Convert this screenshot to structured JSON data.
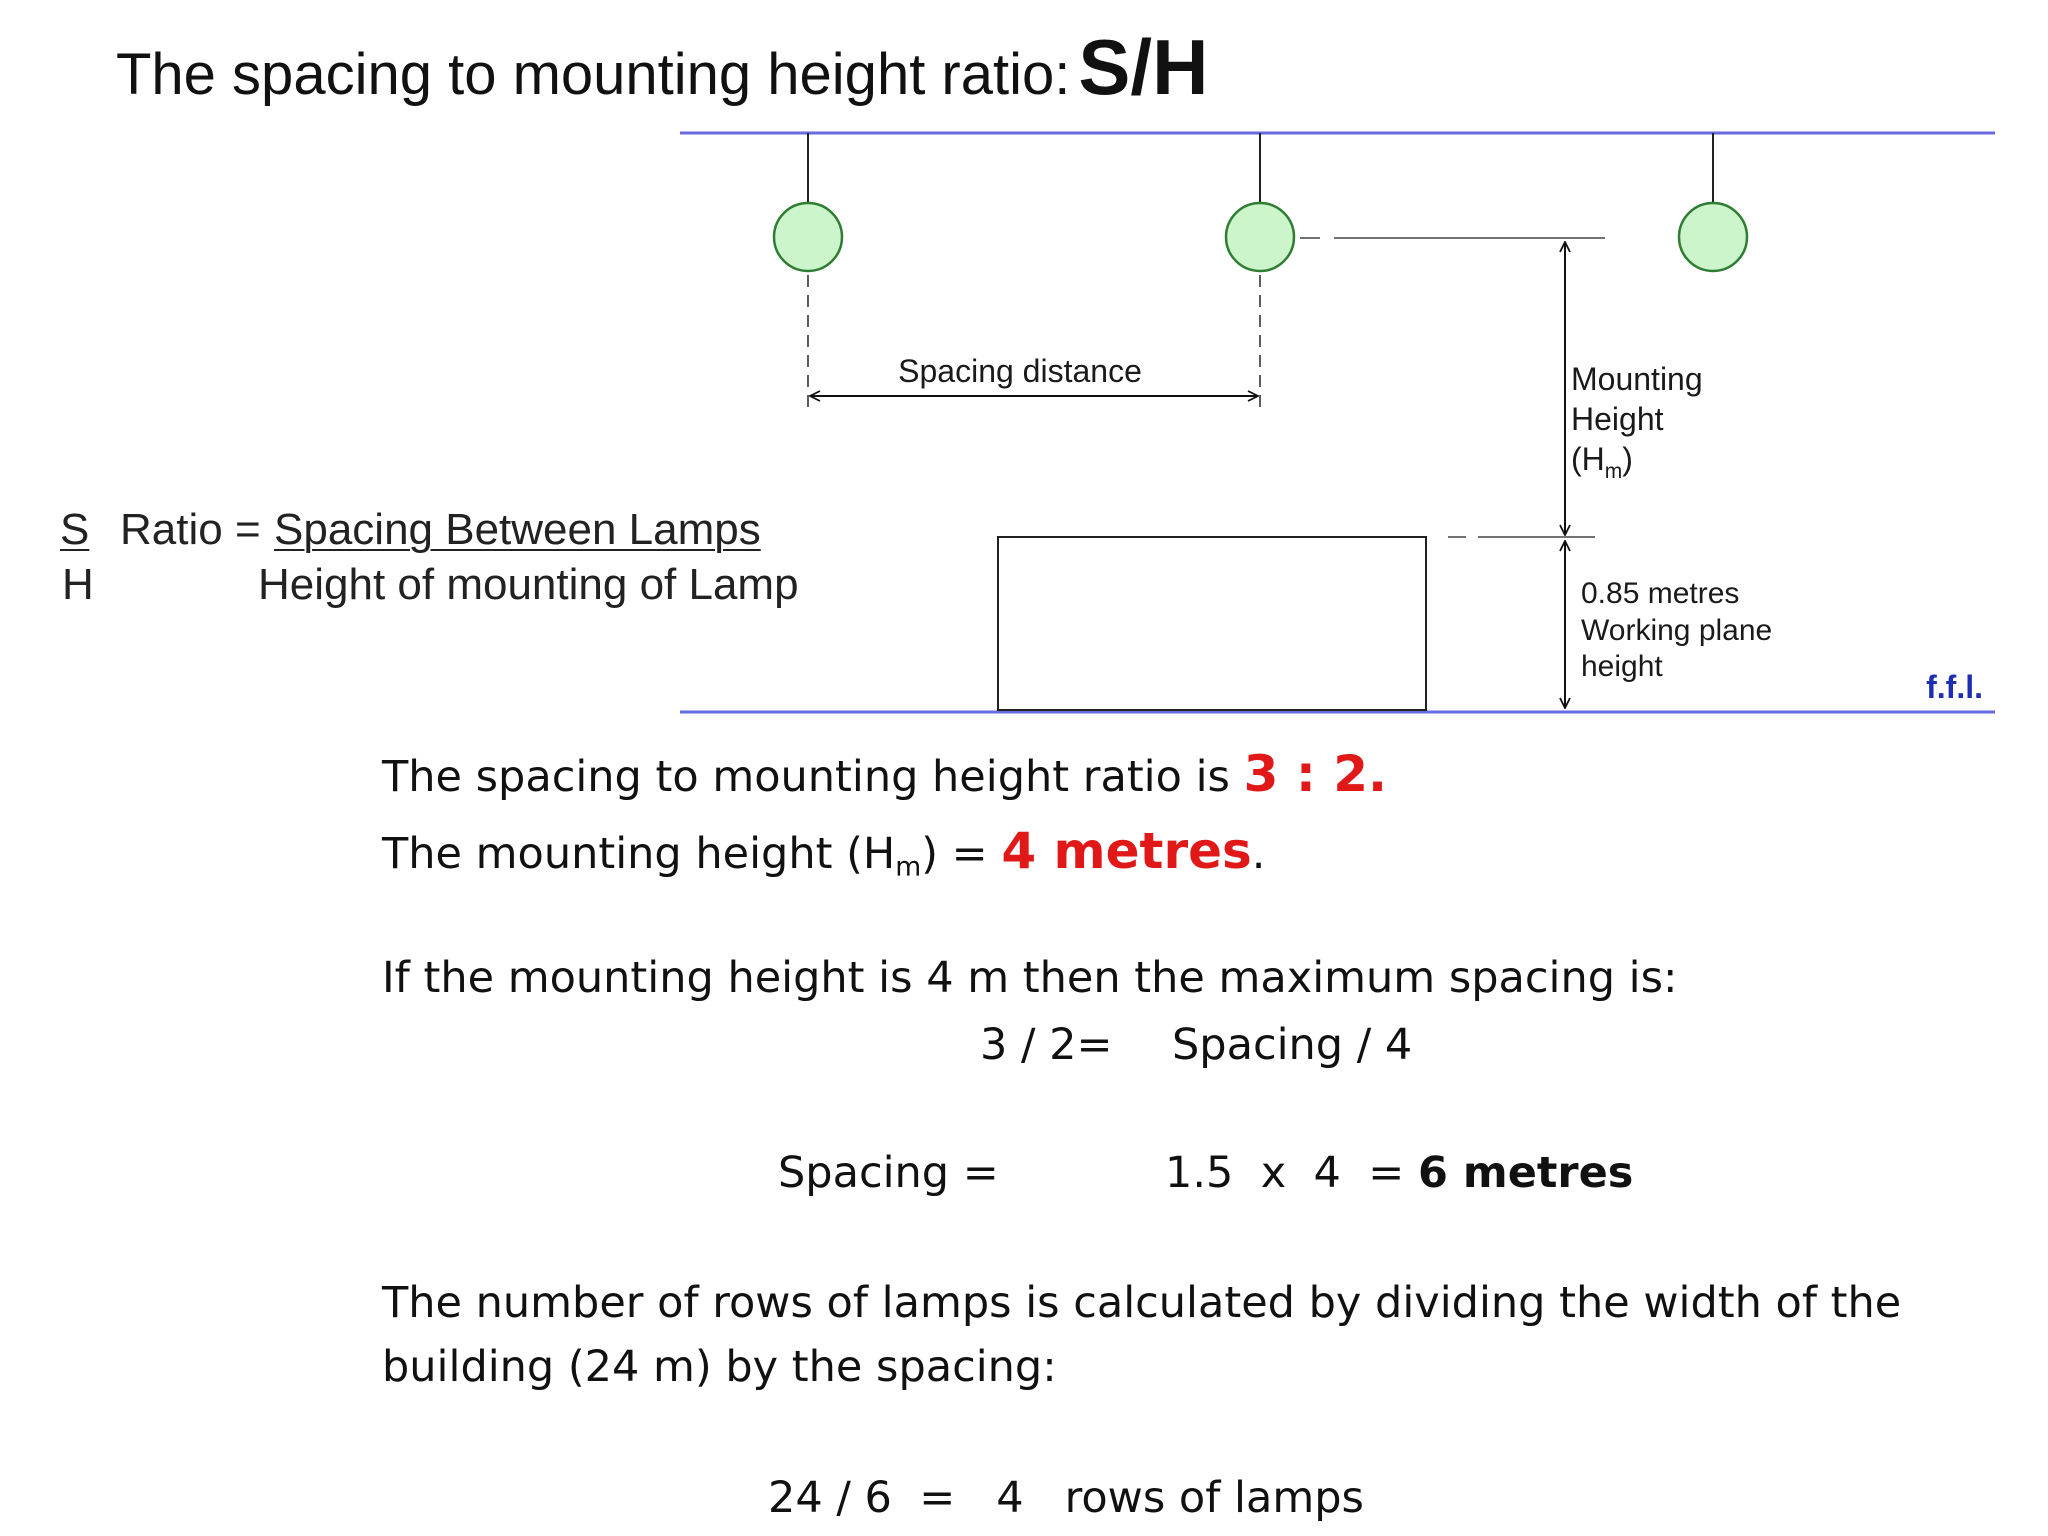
{
  "title": {
    "text": "The spacing to mounting height ratio:",
    "symbol": "S/H"
  },
  "diagram": {
    "spacing_label": "Spacing distance",
    "mounting_height": {
      "line1": "Mounting",
      "line2": "Height",
      "symbol_open": "(H",
      "subscript": "m",
      "symbol_close": ")"
    },
    "working_plane": {
      "line1": "0.85 metres",
      "line2": "Working plane",
      "line3": "height"
    },
    "floor_label": "f.f.l.",
    "colors": {
      "ceiling_line": "#6a6ae0",
      "floor_label": "#1d2fb0",
      "lamp_fill": "#ccf5cc",
      "lamp_stroke": "#2e7d32"
    }
  },
  "formula": {
    "numerator_symbol": "S",
    "denominator_symbol": "H",
    "ratio_prefix": "Ratio =",
    "numerator": "Spacing Between Lamps",
    "denominator": "Height of mounting of Lamp"
  },
  "text": {
    "ratio_line": {
      "prefix": "The spacing to mounting height ratio is",
      "value": "3 : 2."
    },
    "height_line": {
      "prefix": "The mounting height (H",
      "subscript": "m",
      "mid": ") =",
      "value": "4 metres",
      "suffix": "."
    },
    "max_spacing": "If the mounting height is 4 m then the maximum spacing is:",
    "eq1_left": "3 / 2=",
    "eq1_right": "Spacing / 4",
    "eq2_left": "Spacing =",
    "eq2_calc": "1.5  x  4  =",
    "eq2_result": "6 metres",
    "rows_line1": "The number of rows of lamps is calculated by dividing the width of the",
    "rows_line2": "building (24 m) by the spacing:",
    "rows_eq": "24 / 6  =   4   rows of lamps"
  }
}
